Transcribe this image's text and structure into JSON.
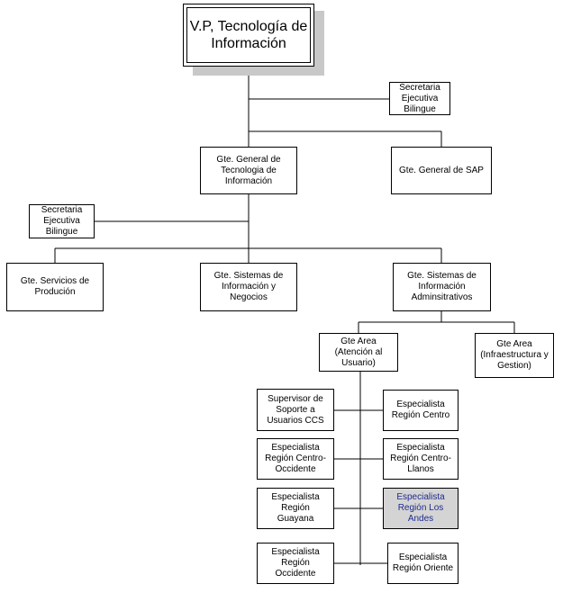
{
  "org_chart": {
    "top": "V.P, Tecnología de\nInformación",
    "secretary_top": "Secretaria\nEjecutiva\nBilingue",
    "gm_ti": "Gte. General de\nTecnologia de\nInformación",
    "gm_sap": "Gte. General de SAP",
    "secretary_gm": "Secretaria\nEjecutiva\nBilingue",
    "serv_prod": "Gte. Servicios de\nProdución",
    "sis_neg": "Gte. Sistemas de\nInformación y\nNegocios",
    "sis_adm": "Gte. Sistemas de\nInformación\nAdminsitrativos",
    "area_atencion": "Gte Area\n(Atención al\nUsuario)",
    "area_infra": "Gte Area\n(Infraestructura y\nGestion)",
    "supervisor_ccs": "Supervisor de\nSoporte a\nUsuarios CCS",
    "esp_centro": "Especialista\nRegión Centro",
    "esp_centro_occ": "Especialista\nRegión Centro-\nOccidente",
    "esp_centro_llanos": "Especialista\nRegión Centro-\nLlanos",
    "esp_guayana": "Especialista\nRegión\nGuayana",
    "esp_andes": "Especialista\nRegión Los\nAndes",
    "esp_occidente": "Especialista\nRegión\nOccidente",
    "esp_oriente": "Especialista\nRegión Oriente"
  },
  "colors": {
    "highlight_fill": "#d4d4d4",
    "highlight_text": "#1e2b8f",
    "shadow": "#c8c8c8"
  }
}
